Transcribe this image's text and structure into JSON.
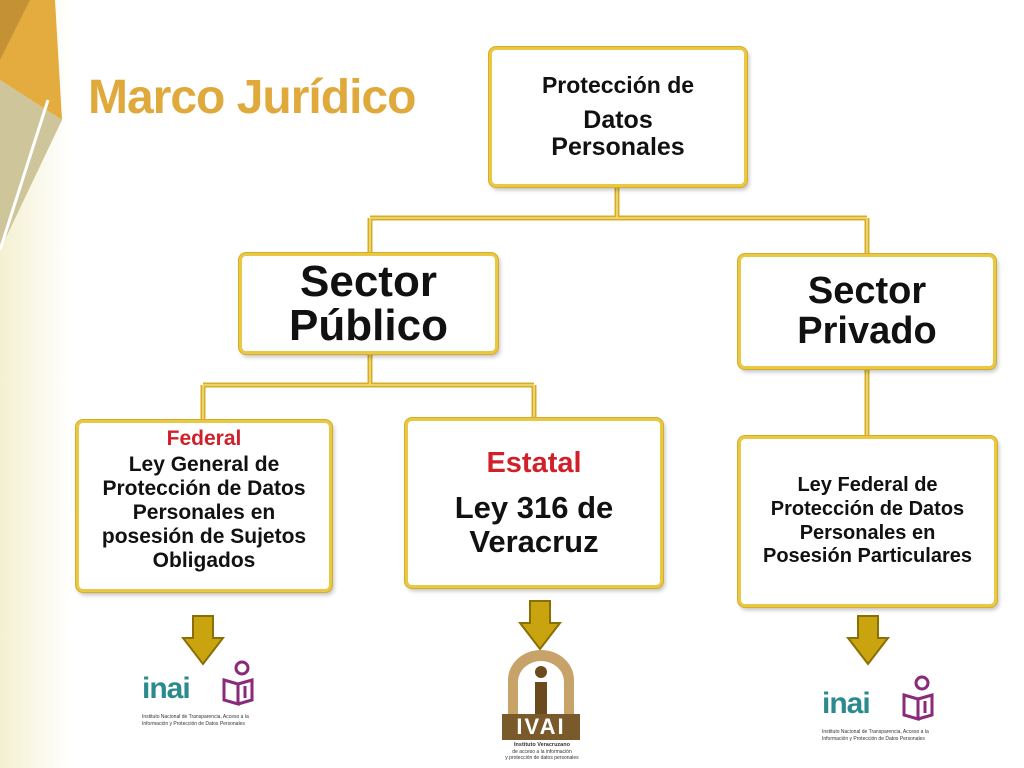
{
  "title": "Marco Jurídico",
  "root": {
    "line1": "Protección de",
    "line2": "Datos Personales"
  },
  "public": {
    "label": "Sector Público"
  },
  "private": {
    "label": "Sector Privado"
  },
  "federal": {
    "tag": "Federal",
    "text": "Ley General de Protección de Datos Personales en posesión de Sujetos Obligados"
  },
  "estatal": {
    "tag": "Estatal",
    "text": "Ley 316 de Veracruz"
  },
  "particulares": {
    "text": "Ley Federal de Protección de Datos Personales en Posesión Particulares"
  },
  "logos": {
    "inai_left": {
      "word": "inai",
      "caption1": "Instituto Nacional de Transparencia, Acceso a la",
      "caption2": "Información y Protección de Datos Personales"
    },
    "ivai": {
      "word": "IVAI",
      "caption1": "Instituto Veracruzano",
      "caption2": "de acceso a la información",
      "caption3": "y protección de datos personales"
    },
    "inai_right": {
      "word": "inai",
      "caption1": "Instituto Nacional de Transparencia, Acceso a la",
      "caption2": "Información y Protección de Datos Personales"
    }
  },
  "colors": {
    "gold": "#e9c843",
    "title": "#e0a93c",
    "red": "#d0202a",
    "teal": "#2a8a8e",
    "purple": "#8b2a7a",
    "brown": "#7a5a2a"
  }
}
